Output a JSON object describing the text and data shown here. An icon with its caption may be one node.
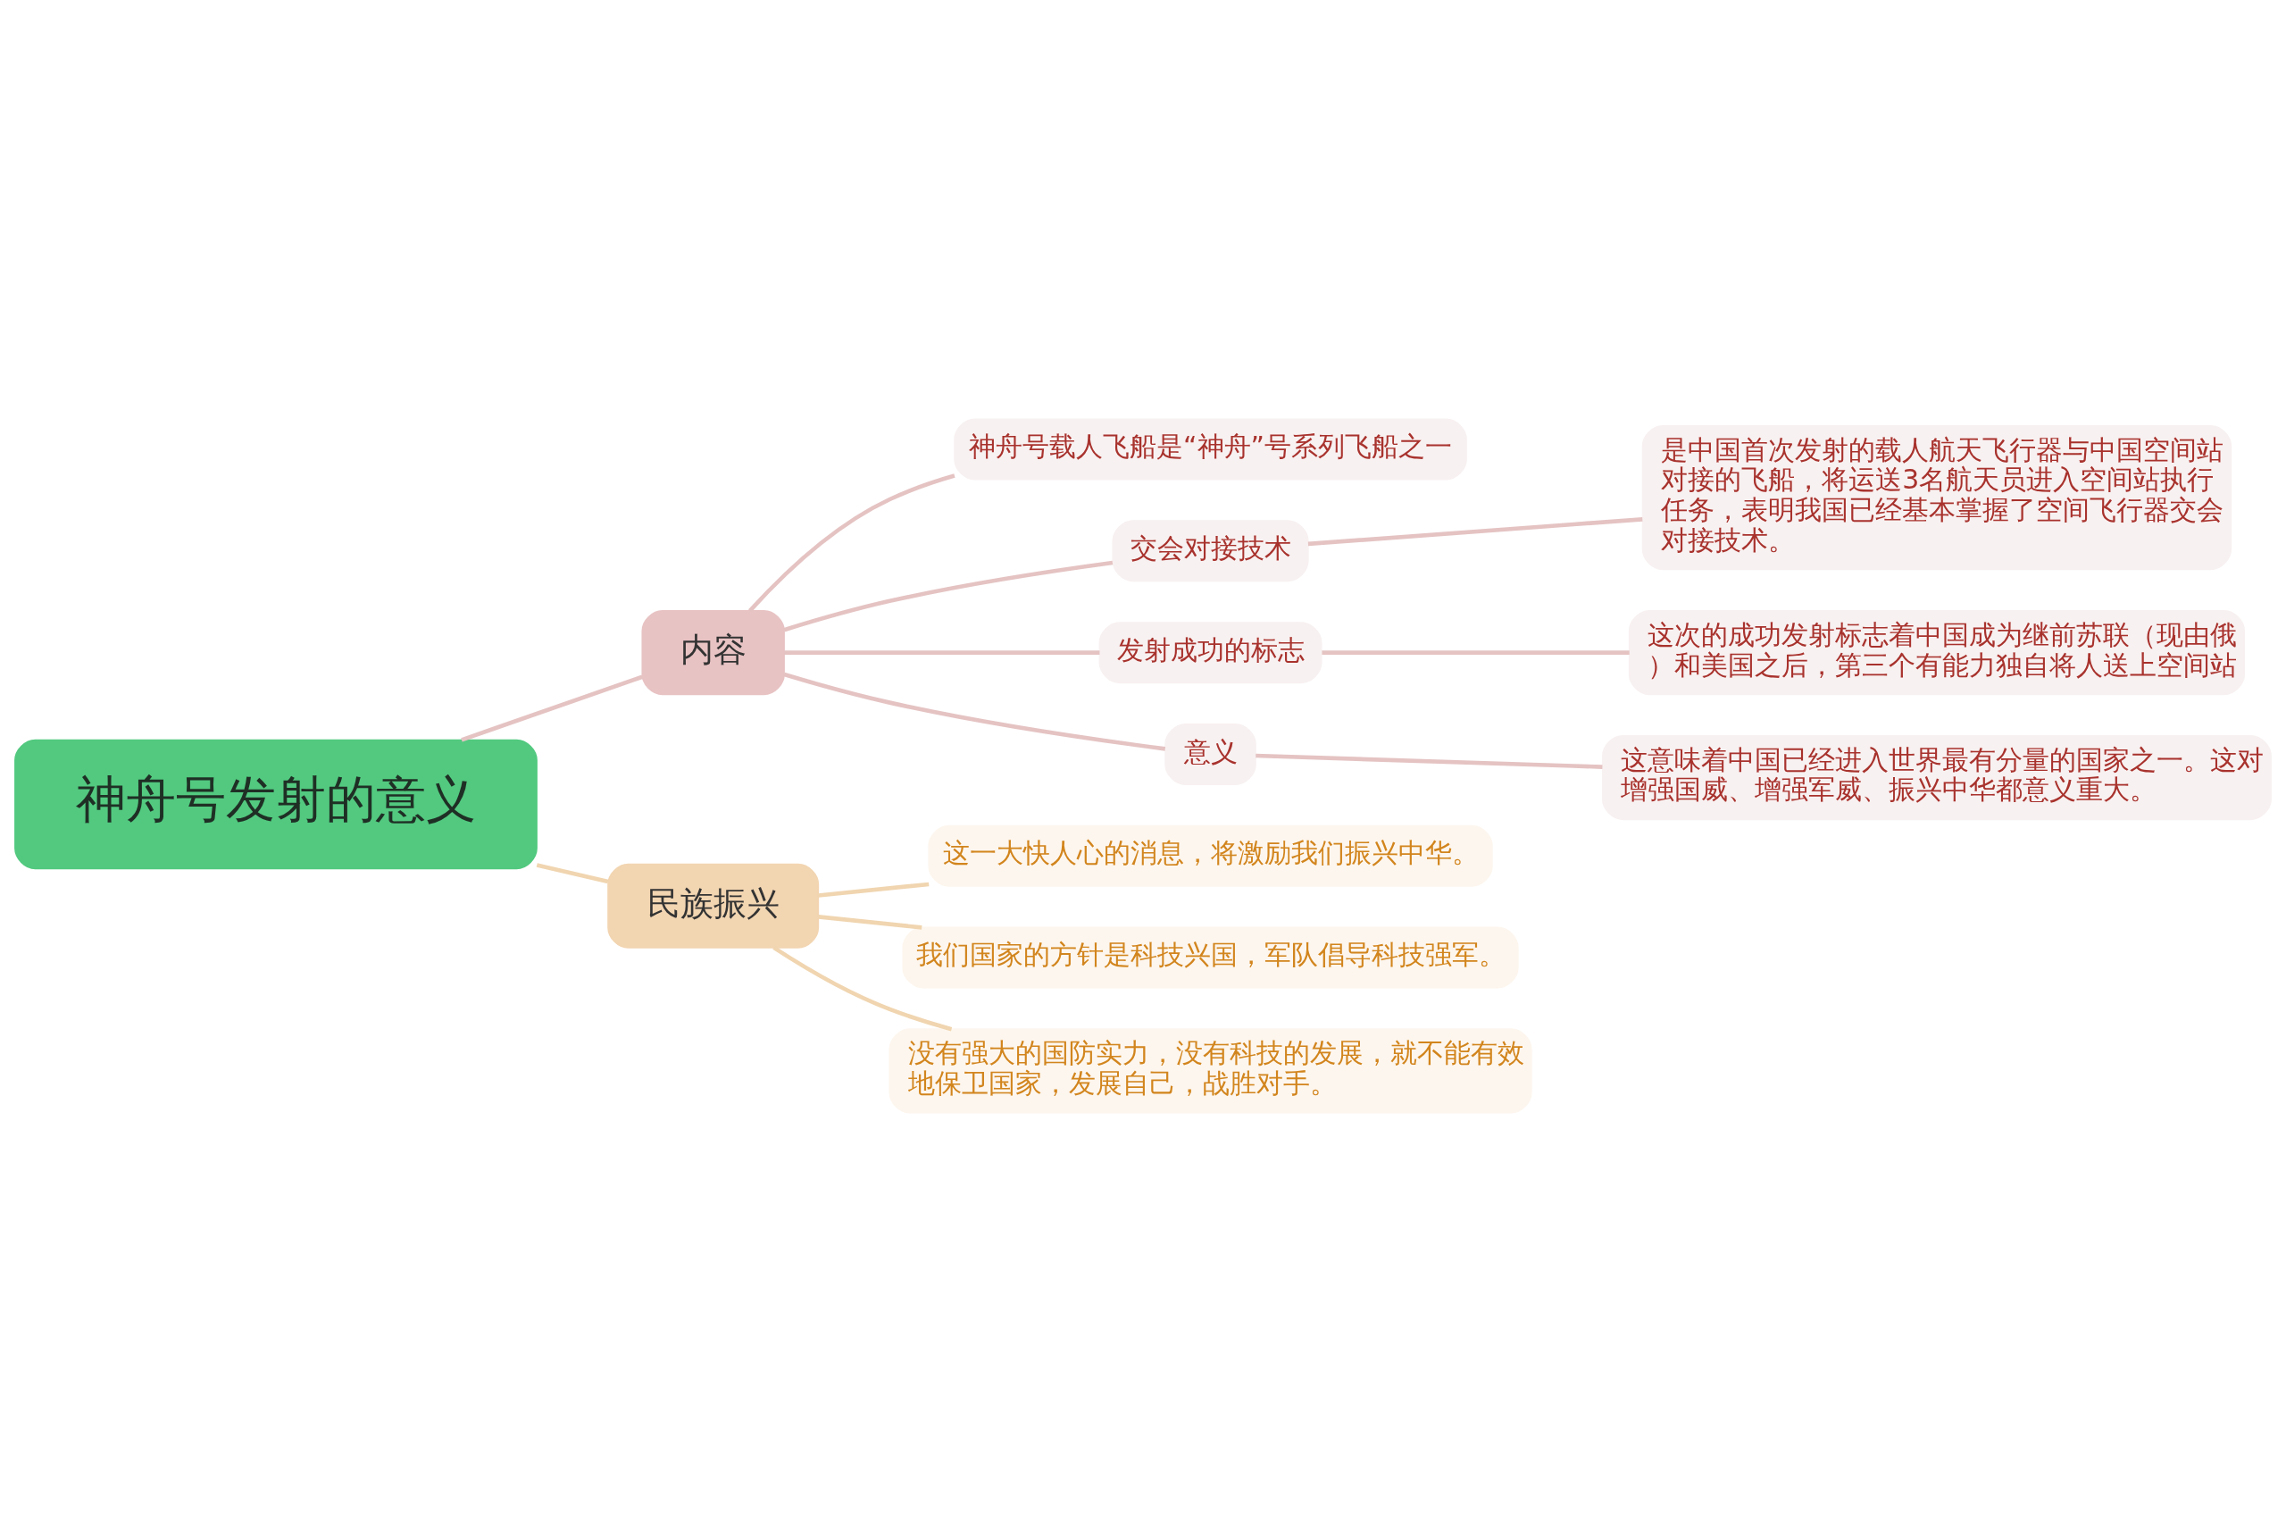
{
  "diagram": {
    "nodes": [
      {
        "text": [
          "神舟号发射的意义"
        ]
      },
      {
        "text": [
          "内容"
        ]
      },
      {
        "text": [
          "神舟号载人飞船是“神舟”号系列飞船之一"
        ]
      },
      {
        "text": [
          "交会对接技术"
        ]
      },
      {
        "text": [
          "是中国首次发射的载人航天飞行器与中国空间站对接的飞船，将运送3名航天员进入空间站执行任务，表明我国已经基本掌握了空间飞行器交会对接技术。"
        ]
      },
      {
        "text": [
          "发射成功的标志"
        ]
      },
      {
        "text": [
          "这次的成功发射标志着中国成为继前苏联（现由俄）和美国之后，第三个有能力独自将人送上空间站"
        ]
      },
      {
        "text": [
          "意义"
        ]
      },
      {
        "text": [
          "这意味着中国已经进入世界最有分量的国家之一。这对增强国威、增强军威、振兴中华都意义重大。"
        ]
      },
      {
        "text": [
          "民族振兴"
        ]
      },
      {
        "text": [
          "这一大快人心的消息，将激励我们振兴中华。"
        ]
      },
      {
        "text": [
          "我们国家的方针是科技兴国，军队倡导科技强军。"
        ]
      },
      {
        "text": [
          "没有强大的国防实力，没有科技的发展，就不能有效地保卫国家，发展自己，战胜对手。"
        ]
      }
    ],
    "edges": [
      {
        "from": 0,
        "to": 1,
        "arrow": "none"
      },
      {
        "from": 1,
        "to": 2,
        "arrow": "none"
      },
      {
        "from": 1,
        "to": 3,
        "arrow": "none"
      },
      {
        "from": 3,
        "to": 4,
        "arrow": "none"
      },
      {
        "from": 1,
        "to": 5,
        "arrow": "none"
      },
      {
        "from": 5,
        "to": 6,
        "arrow": "none"
      },
      {
        "from": 1,
        "to": 7,
        "arrow": "none"
      },
      {
        "from": 7,
        "to": 8,
        "arrow": "none"
      },
      {
        "from": 0,
        "to": 9,
        "arrow": "none",
        "color": "#f0d5b0"
      },
      {
        "from": 9,
        "to": 10,
        "arrow": "none",
        "color": "#f0d5b0"
      },
      {
        "from": 9,
        "to": 11,
        "arrow": "none",
        "color": "#f0d5b0"
      },
      {
        "from": 9,
        "to": 12,
        "arrow": "none",
        "color": "#f0d5b0"
      }
    ]
  }
}
